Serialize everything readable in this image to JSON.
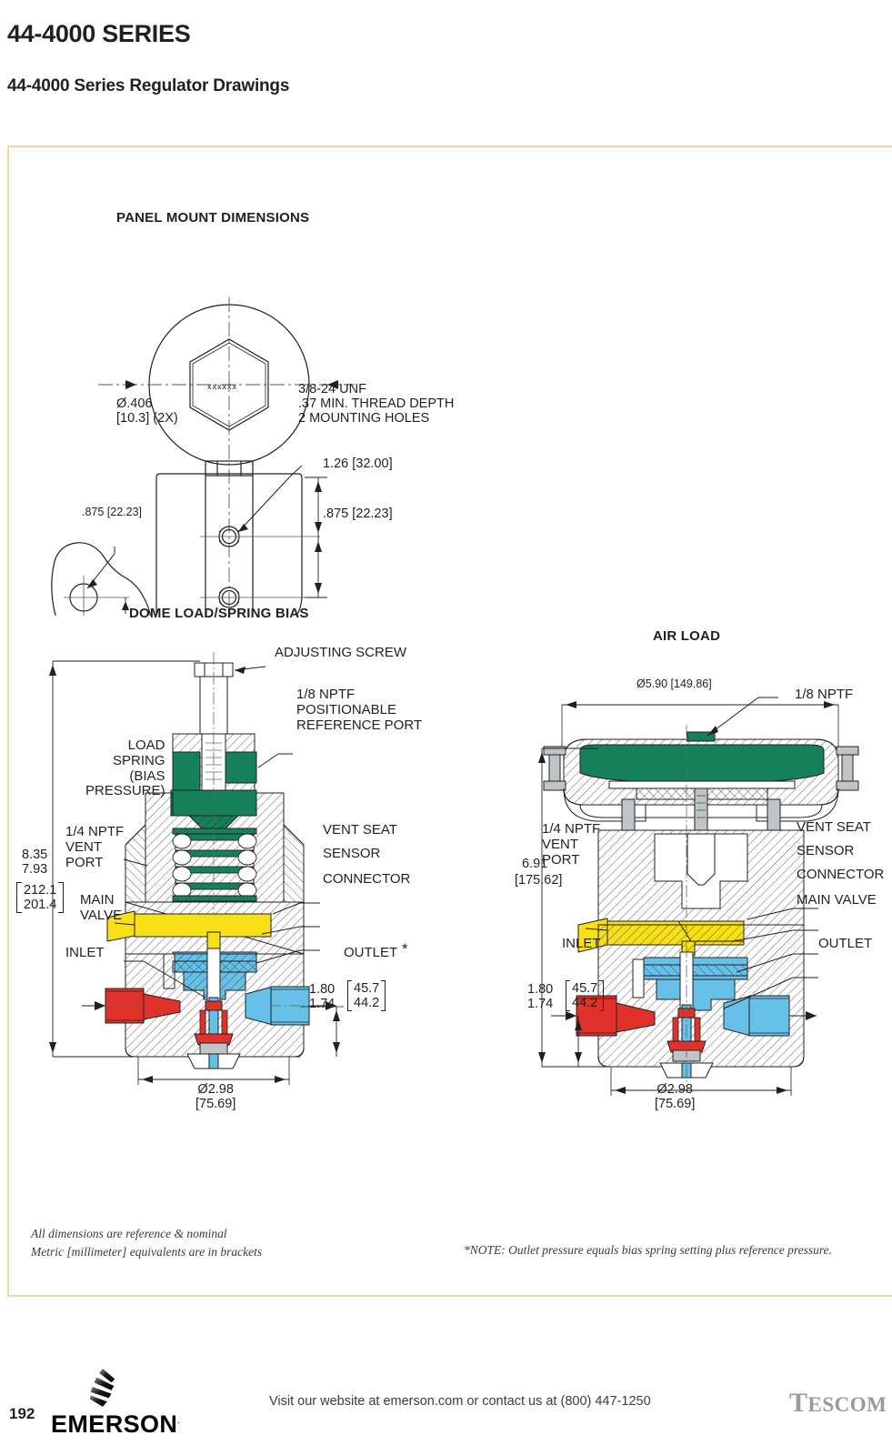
{
  "document": {
    "title": "44-4000 SERIES",
    "subtitle": "44-4000 Series Regulator Drawings"
  },
  "panel_mount": {
    "section_title": "PANEL MOUNT DIMENSIONS",
    "body_mark": "xxxxxx",
    "callouts": {
      "hole_dia": "Ø.406\n[10.3] (2X)",
      "thread": "3/8-24 UNF\n.37 MIN. THREAD DEPTH\n2 MOUNTING HOLES",
      "dim_top": "1.26 [32.00]",
      "dim_bottom": ".875 [22.23]",
      "dim_plate": ".875 [22.23]"
    }
  },
  "dome_load": {
    "section_title": "DOME LOAD/SPRING BIAS",
    "labels": {
      "adjusting_screw": "ADJUSTING SCREW",
      "reference_port": "1/8 NPTF\nPOSITIONABLE\nREFERENCE PORT",
      "load_spring": "LOAD\nSPRING\n(BIAS\nPRESSURE)",
      "vent_port": "1/4 NPTF\nVENT\nPORT",
      "main_valve": "MAIN\nVALVE",
      "inlet": "INLET",
      "outlet": "OUTLET",
      "outlet_asterisk": "*",
      "vent_seat": "VENT SEAT",
      "sensor": "SENSOR",
      "connector": "CONNECTOR"
    },
    "dimensions": {
      "height_in": "8.35\n7.93",
      "height_mm": "212.1\n201.4",
      "port_height_in": "1.80\n1.74",
      "port_height_mm": "45.7\n44.2",
      "diameter": "Ø2.98\n[75.69]"
    }
  },
  "air_load": {
    "section_title": "AIR LOAD",
    "labels": {
      "nptf": "1/8 NPTF",
      "vent_port": "1/4 NPTF\nVENT\nPORT",
      "inlet": "INLET",
      "outlet": "OUTLET",
      "vent_seat": "VENT SEAT",
      "sensor": "SENSOR",
      "connector": "CONNECTOR",
      "main_valve": "MAIN VALVE"
    },
    "dimensions": {
      "dome_dia": "Ø5.90 [149.86]",
      "height_in": "6.91",
      "height_mm": "[175.62]",
      "port_height_in": "1.80\n1.74",
      "port_height_mm": "45.7\n44.2",
      "diameter": "Ø2.98\n[75.69]"
    }
  },
  "notes": {
    "left": "All dimensions are reference & nominal\nMetric [millimeter] equivalents are in brackets",
    "right": "*NOTE: Outlet pressure equals bias spring setting plus reference pressure."
  },
  "footer": {
    "page_number": "192",
    "brand": "EMERSON",
    "brand_tm": ".",
    "contact": "Visit our website at emerson.com or contact us at (800) 447-1250",
    "sub_brand_big": "T",
    "sub_brand_rest": "ESCOM"
  },
  "colors": {
    "frame": "#f3d4a7",
    "inlet_red": "#e0312a",
    "outlet_blue": "#66c0e8",
    "spring_green": "#15805a",
    "vent_yellow": "#f7e017",
    "line": "#231f20"
  }
}
